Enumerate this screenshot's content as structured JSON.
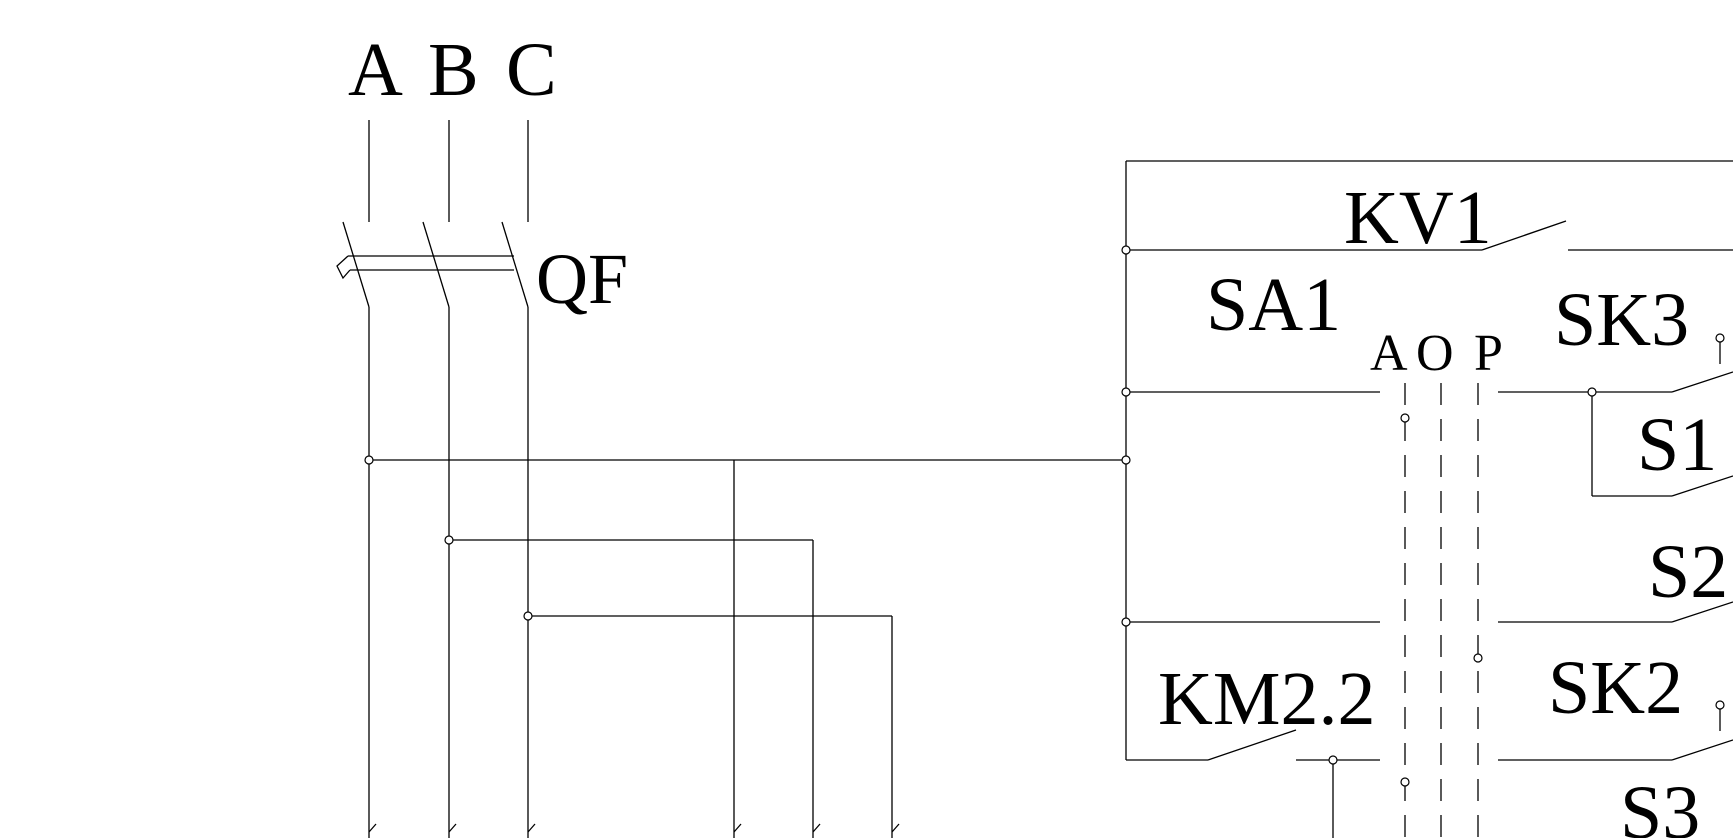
{
  "labels": {
    "phase_a": "A",
    "phase_b": "B",
    "phase_c": "C",
    "breaker": "QF",
    "kv1": "KV1",
    "sa1": "SA1",
    "aop_a": "A",
    "aop_o": "O",
    "aop_p": "P",
    "sk3": "SK3",
    "s1": "S1",
    "s2": "S2",
    "km22": "KM2.2",
    "sk2": "SK2",
    "s3": "S3"
  }
}
